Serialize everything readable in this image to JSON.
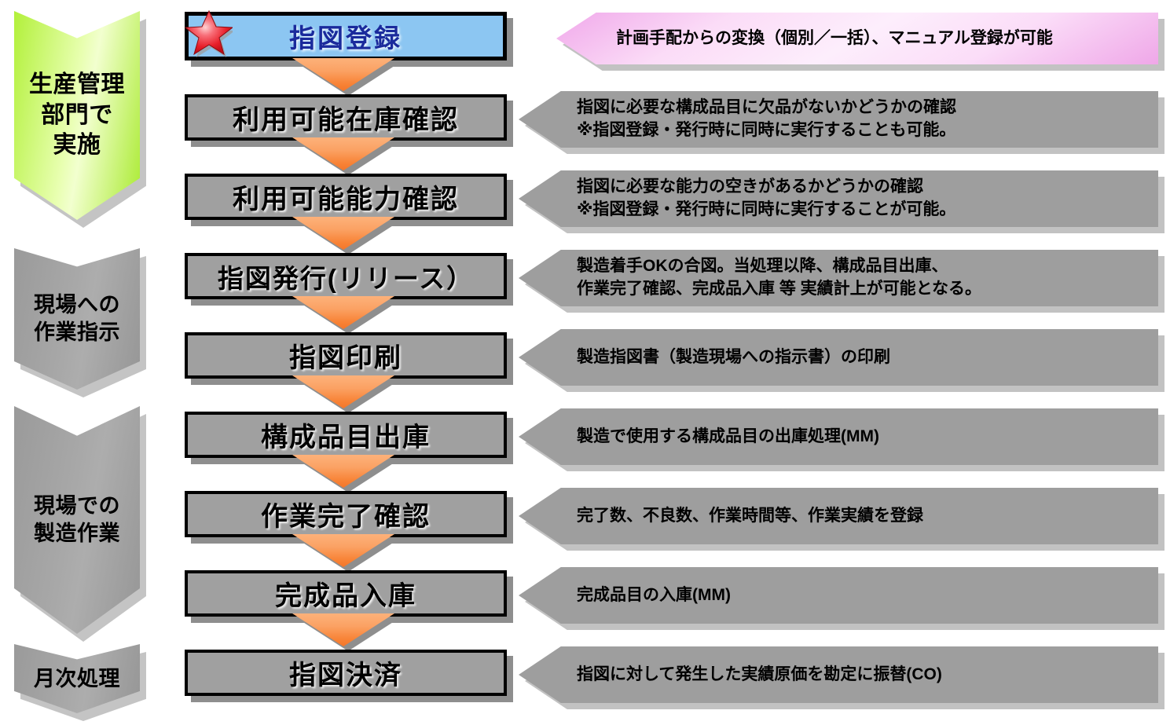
{
  "diagram": {
    "title_text_present": false,
    "colors": {
      "first_box_fill": "#8cc6f2",
      "first_box_text": "#1a2a9c",
      "process_box_fill": "#a0a0a0",
      "process_box_border": "#000000",
      "arrow_fill": "#f88336",
      "callout_fill": "#9e9e9e",
      "callout_pink_fill": "#f9ddf6",
      "phase_green_fill": "#b2f03a",
      "phase_gray_fill": "#a0a0a0",
      "star_fill": "#e8202a",
      "shadow": "#8e8e8e"
    }
  },
  "phases": [
    {
      "label": "生産管理\n部門で\n実施",
      "style": "green"
    },
    {
      "label": "現場への\n作業指示",
      "style": "gray"
    },
    {
      "label": "現場での\n製造作業",
      "style": "gray"
    },
    {
      "label": "月次処理",
      "style": "gray-flat"
    }
  ],
  "steps": [
    {
      "box": "指図登録",
      "highlight": true,
      "marker": "star-icon",
      "callout": "計画手配からの変換（個別／一括）、マニュアル登録が可能",
      "callout_style": "pink"
    },
    {
      "box": "利用可能在庫確認",
      "highlight": false,
      "callout": "指図に必要な構成品目に欠品がないかどうかの確認\n※指図登録・発行時に同時に実行することも可能。",
      "callout_style": "gray"
    },
    {
      "box": "利用可能能力確認",
      "highlight": false,
      "callout": "指図に必要な能力の空きがあるかどうかの確認\n※指図登録・発行時に同時に実行することが可能。",
      "callout_style": "gray"
    },
    {
      "box": "指図発行(リリース）",
      "highlight": false,
      "callout": "製造着手OKの合図。当処理以降、構成品目出庫、\n作業完了確認、完成品入庫 等 実績計上が可能となる。",
      "callout_style": "gray"
    },
    {
      "box": "指図印刷",
      "highlight": false,
      "callout": "製造指図書（製造現場への指示書）の印刷",
      "callout_style": "gray"
    },
    {
      "box": "構成品目出庫",
      "highlight": false,
      "callout": "製造で使用する構成品目の出庫処理(MM)",
      "callout_style": "gray"
    },
    {
      "box": "作業完了確認",
      "highlight": false,
      "callout": "完了数、不良数、作業時間等、作業実績を登録",
      "callout_style": "gray"
    },
    {
      "box": "完成品入庫",
      "highlight": false,
      "callout": "完成品目の入庫(MM)",
      "callout_style": "gray"
    },
    {
      "box": "指図決済",
      "highlight": false,
      "callout": "指図に対して発生した実績原価を勘定に振替(CO)",
      "callout_style": "gray"
    }
  ]
}
